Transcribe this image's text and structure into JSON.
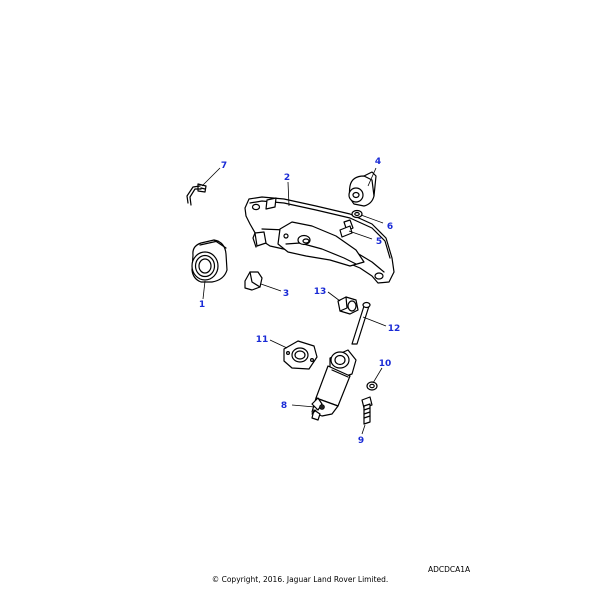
{
  "callout_color": "#1a2bd6",
  "callouts": [
    "1",
    "2",
    "3",
    "4",
    "5",
    "6",
    "7",
    "8",
    "9",
    "10",
    "11",
    "12",
    "13"
  ],
  "diagram_code": "ADCDCA1A",
  "copyright": "© Copyright, 2016. Jaguar Land Rover Limited."
}
